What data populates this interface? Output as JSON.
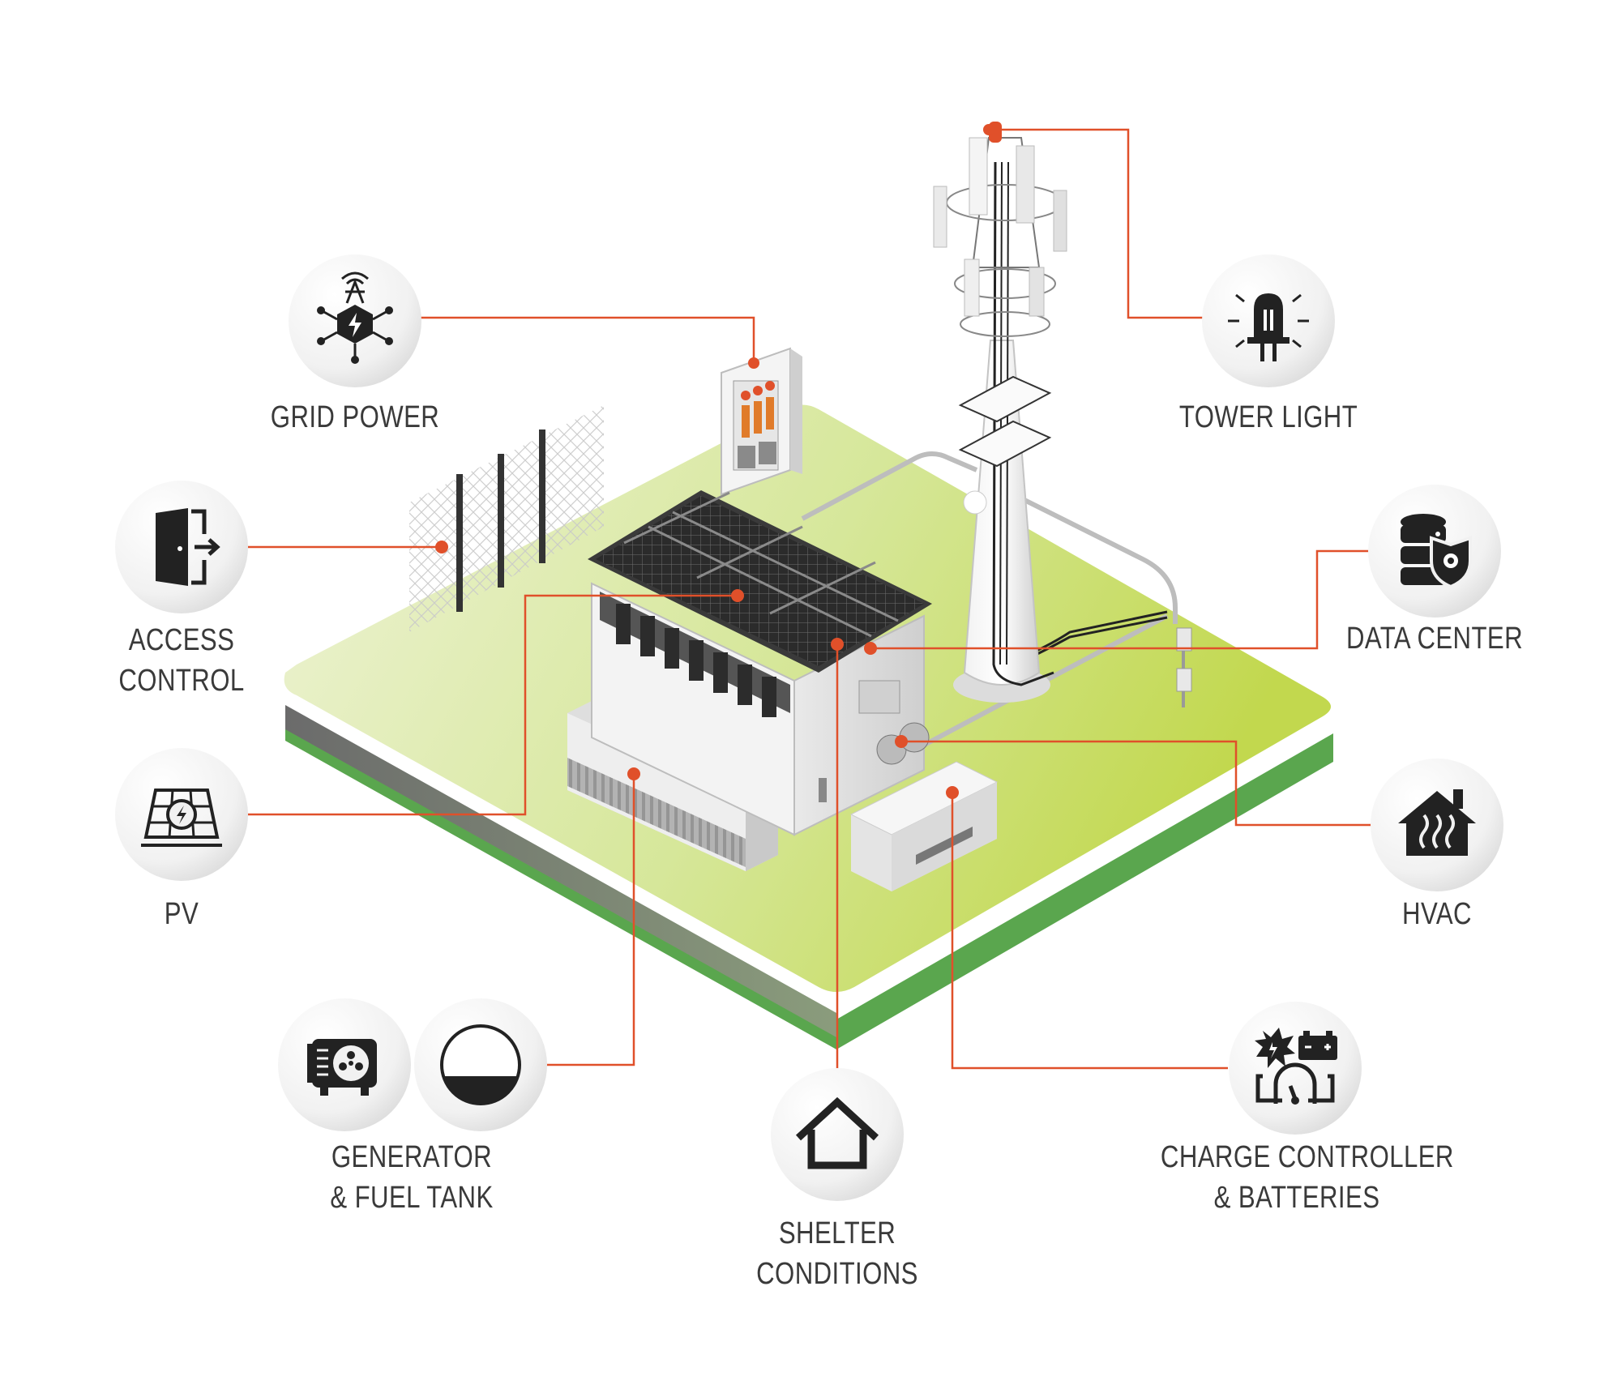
{
  "labels": {
    "grid_power": "GRID POWER",
    "tower_light": "TOWER LIGHT",
    "access_control_line1": "ACCESS",
    "access_control_line2": "CONTROL",
    "data_center": "DATA CENTER",
    "pv": "PV",
    "hvac": "HVAC",
    "generator_line1": "GENERATOR",
    "generator_line2": "& FUEL TANK",
    "shelter_line1": "SHELTER",
    "shelter_line2": "CONDITIONS",
    "charge_line1": "CHARGE CONTROLLER",
    "charge_line2": "& BATTERIES"
  },
  "icons": {
    "grid_power": "grid-power-icon",
    "tower_light": "led-light-icon",
    "access_control": "door-exit-icon",
    "data_center": "database-shield-icon",
    "pv": "solar-panel-icon",
    "hvac": "house-heat-icon",
    "generator": "generator-icon",
    "fuel_tank": "fuel-gauge-icon",
    "shelter": "house-icon",
    "charge_controller": "battery-charge-icon"
  },
  "colors": {
    "connector": "#e0502a",
    "icon_dark": "#222222",
    "platform_green": "#c5dd6a",
    "platform_side_green": "#5aa64e"
  }
}
